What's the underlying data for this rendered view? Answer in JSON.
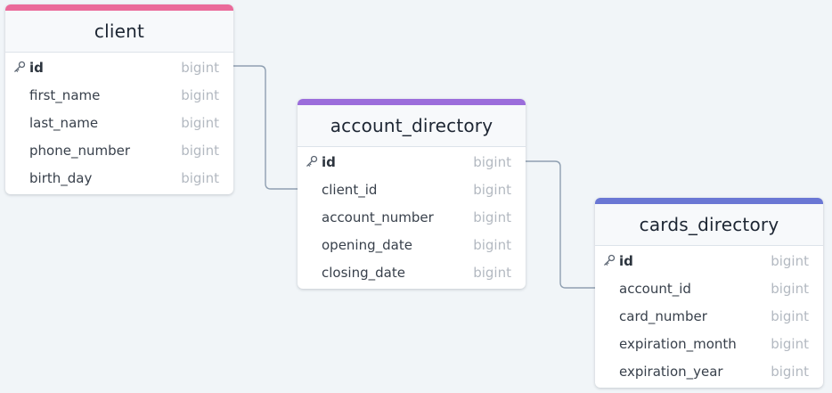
{
  "tables": [
    {
      "name": "client",
      "accent": "#ea6a9a",
      "columns": [
        {
          "name": "id",
          "type": "bigint",
          "pk": true
        },
        {
          "name": "first_name",
          "type": "bigint",
          "pk": false
        },
        {
          "name": "last_name",
          "type": "bigint",
          "pk": false
        },
        {
          "name": "phone_number",
          "type": "bigint",
          "pk": false
        },
        {
          "name": "birth_day",
          "type": "bigint",
          "pk": false
        }
      ]
    },
    {
      "name": "account_directory",
      "accent": "#9b6ddb",
      "columns": [
        {
          "name": "id",
          "type": "bigint",
          "pk": true
        },
        {
          "name": "client_id",
          "type": "bigint",
          "pk": false
        },
        {
          "name": "account_number",
          "type": "bigint",
          "pk": false
        },
        {
          "name": "opening_date",
          "type": "bigint",
          "pk": false
        },
        {
          "name": "closing_date",
          "type": "bigint",
          "pk": false
        }
      ]
    },
    {
      "name": "cards_directory",
      "accent": "#6a77d4",
      "columns": [
        {
          "name": "id",
          "type": "bigint",
          "pk": true
        },
        {
          "name": "account_id",
          "type": "bigint",
          "pk": false
        },
        {
          "name": "card_number",
          "type": "bigint",
          "pk": false
        },
        {
          "name": "expiration_month",
          "type": "bigint",
          "pk": false
        },
        {
          "name": "expiration_year",
          "type": "bigint",
          "pk": false
        }
      ]
    }
  ],
  "relations": [
    {
      "from": "client.id",
      "to": "account_directory.client_id"
    },
    {
      "from": "account_directory.id",
      "to": "cards_directory.account_id"
    }
  ],
  "colors": {
    "background": "#f1f5f8",
    "link": "#8f9fb1"
  }
}
